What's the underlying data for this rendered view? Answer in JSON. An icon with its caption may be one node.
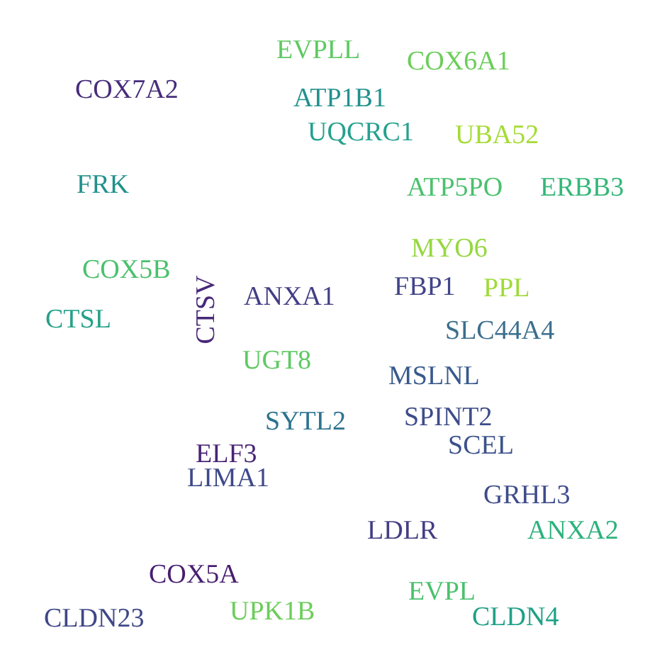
{
  "diagram": {
    "labels": [
      "EVPLL",
      "COX6A1",
      "COX7A2",
      "ATP1B1",
      "UQCRC1",
      "UBA52",
      "FRK",
      "ATP5PO",
      "ERBB3",
      "MYO6",
      "COX5B",
      "CTSV",
      "FBP1",
      "ANXA1",
      "PPL",
      "CTSL",
      "SLC44A4",
      "UGT8",
      "MSLNL",
      "SYTL2",
      "SPINT2",
      "SCEL",
      "ELF3",
      "LIMA1",
      "GRHL3",
      "LDLR",
      "ANXA2",
      "COX5A",
      "EVPL",
      "CLDN23",
      "UPK1B",
      "CLDN4"
    ]
  }
}
